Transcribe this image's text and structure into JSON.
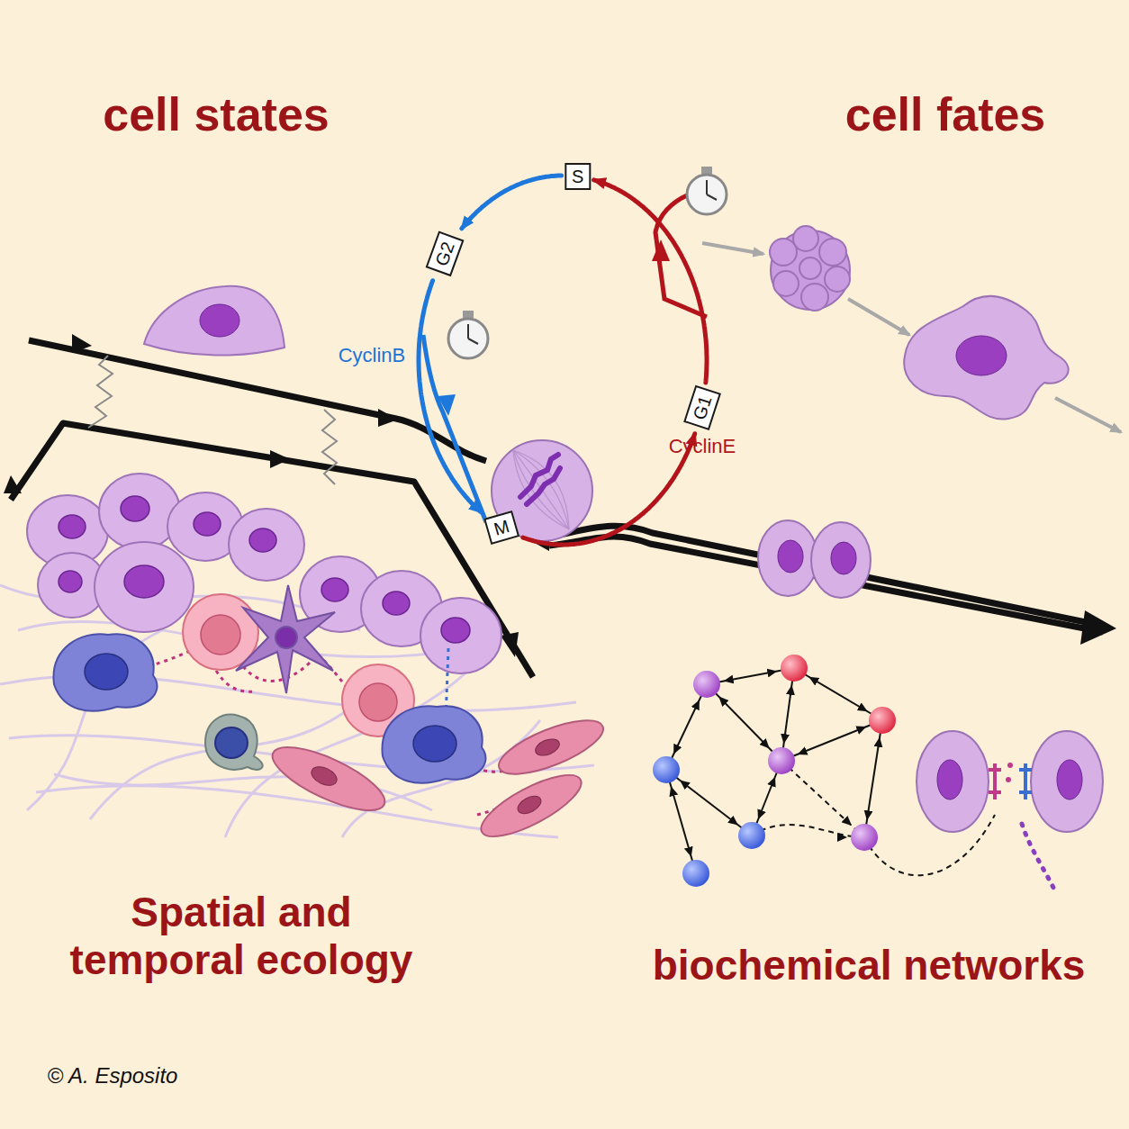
{
  "diagram": {
    "nodes": [
      {
        "text": [
          "S"
        ]
      },
      {
        "text": [
          "G2"
        ]
      },
      {
        "text": [
          "G1"
        ]
      },
      {
        "text": [
          "M"
        ]
      }
    ],
    "edges": [
      {
        "from": 3,
        "to": 2,
        "arrow": "to"
      },
      {
        "from": 2,
        "to": 0,
        "arrow": "to"
      },
      {
        "from": 0,
        "to": 1,
        "arrow": "to"
      },
      {
        "from": 1,
        "to": 3,
        "arrow": "to"
      }
    ],
    "labels": [
      "cell states",
      "cell fates",
      "CyclinB",
      "CyclinE",
      "Spatial and temporal ecology",
      "biochemical networks",
      "© A. Esposito"
    ]
  }
}
